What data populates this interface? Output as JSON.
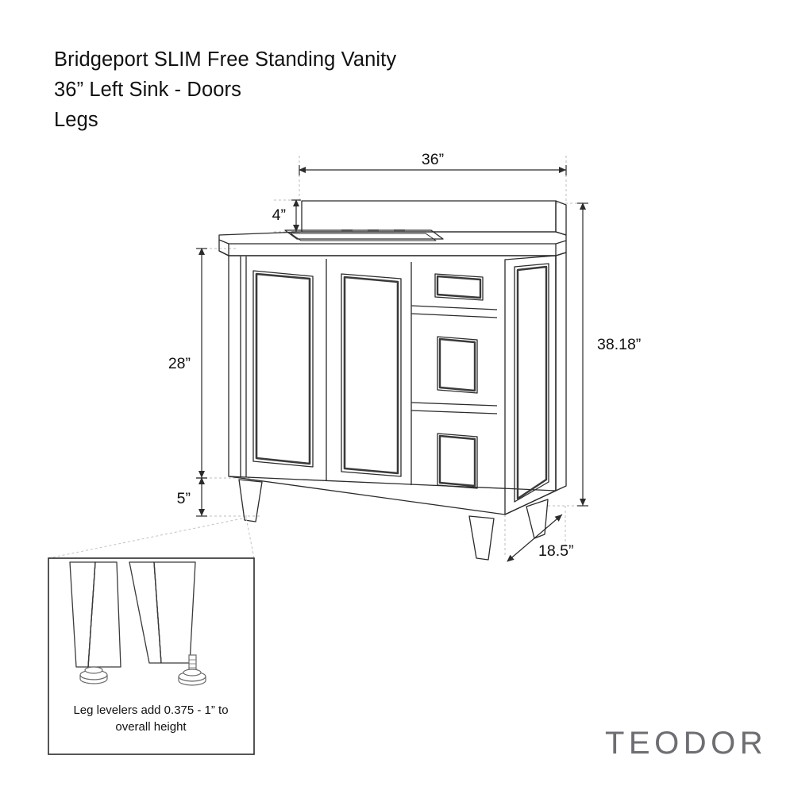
{
  "sheet": {
    "background_color": "#ffffff",
    "line_color": "#2b2b2b",
    "guide_color": "#b9b9b9"
  },
  "title": {
    "line1": "Bridgeport SLIM Free Standing Vanity",
    "line2": "36” Left Sink - Doors",
    "line3": "Legs"
  },
  "dimensions": {
    "width": "36”",
    "backsplash_height": "4”",
    "cabinet_height": "28”",
    "leg_height": "5”",
    "overall_height": "38.18”",
    "depth": "18.5”"
  },
  "detail": {
    "caption_line1": "Leg levelers add 0.375 - 1” to",
    "caption_line2": "overall height"
  },
  "brand": {
    "name": "TEODOR"
  },
  "product": {
    "doors": 2,
    "drawers": 3,
    "legs": 4,
    "sink_position": "left",
    "faucet_holes": 3
  }
}
